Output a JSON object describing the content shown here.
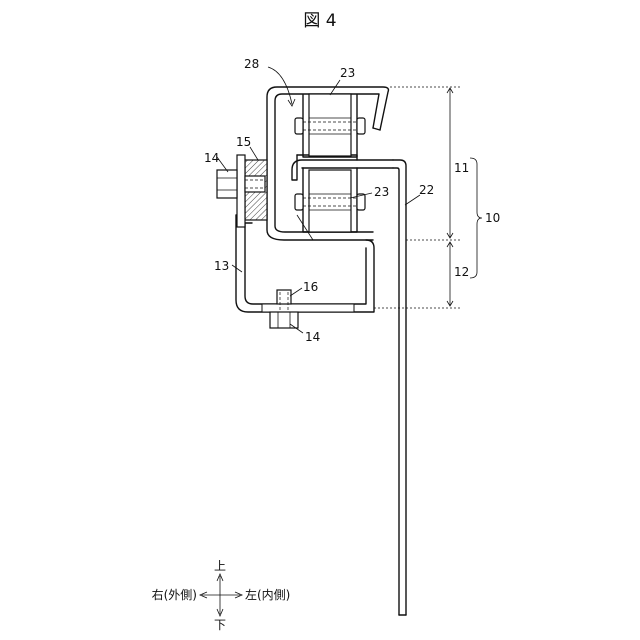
{
  "figure": {
    "title": "図 4"
  },
  "labels": {
    "l28": "28",
    "l23a": "23",
    "l23b": "23",
    "l15": "15",
    "l14a": "14",
    "l14b": "14",
    "l22": "22",
    "l13": "13",
    "l16": "16",
    "l11": "11",
    "l10": "10",
    "l12": "12"
  },
  "directions": {
    "up": "上",
    "down": "下",
    "right_outer": "右(外側)",
    "left_inner": "左(内側)"
  }
}
